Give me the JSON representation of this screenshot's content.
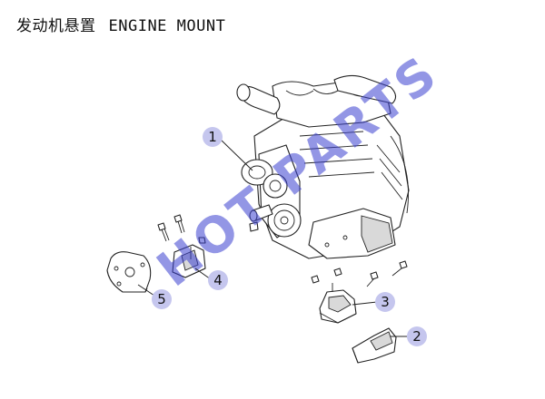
{
  "title": {
    "cn": "发动机悬置",
    "en": "ENGINE MOUNT"
  },
  "callouts": [
    {
      "label": "1"
    },
    {
      "label": "2"
    },
    {
      "label": "3"
    },
    {
      "label": "4"
    },
    {
      "label": "5"
    }
  ],
  "watermark": {
    "text": "HOT PARTS",
    "color": "#3a3fd0"
  },
  "colors": {
    "callout_fill": "#c5c6ee",
    "line": "#222222"
  }
}
